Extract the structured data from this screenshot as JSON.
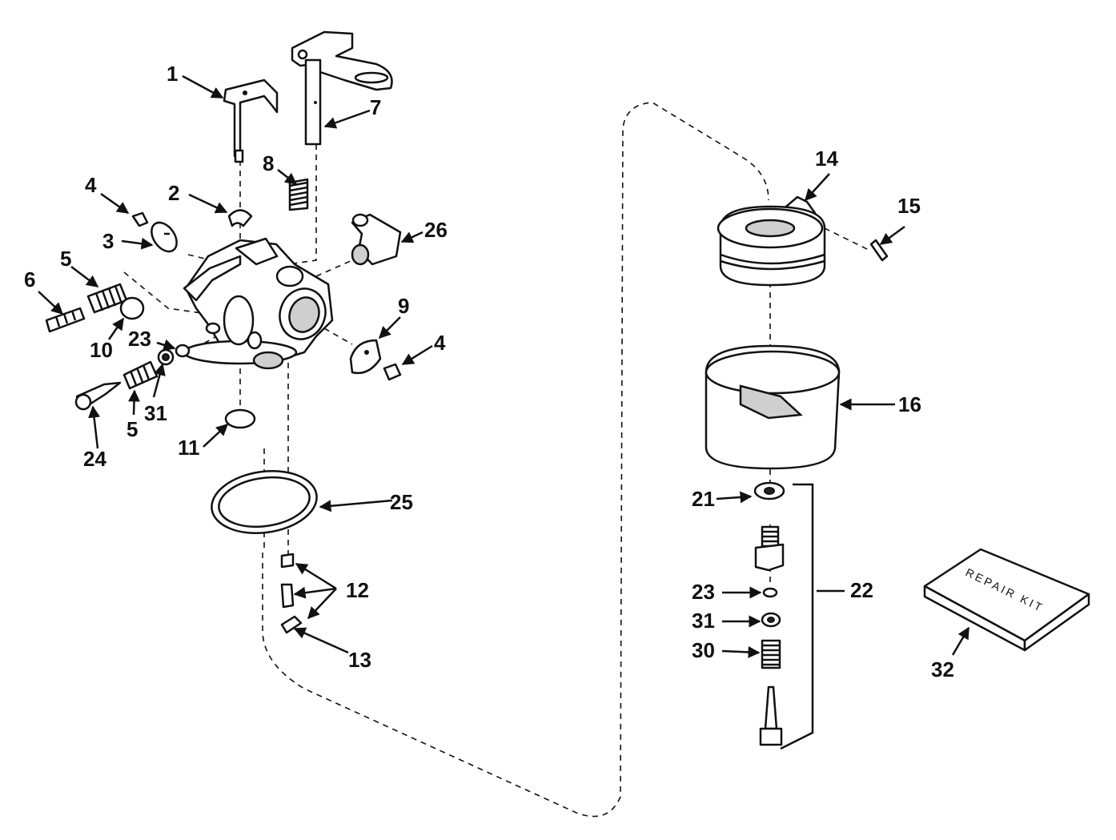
{
  "callouts": {
    "c1": "1",
    "c2": "2",
    "c3": "3",
    "c4a": "4",
    "c4b": "4",
    "c5a": "5",
    "c5b": "5",
    "c6": "6",
    "c7": "7",
    "c8": "8",
    "c9": "9",
    "c10": "10",
    "c11": "11",
    "c12": "12",
    "c13": "13",
    "c14": "14",
    "c15": "15",
    "c16": "16",
    "c21": "21",
    "c22": "22",
    "c23a": "23",
    "c23b": "23",
    "c24": "24",
    "c25": "25",
    "c26": "26",
    "c30": "30",
    "c31a": "31",
    "c31b": "31",
    "c32": "32"
  },
  "repair_kit_label": "REPAIR KIT",
  "colors": {
    "ink": "#111111",
    "paper": "#ffffff",
    "shade": "#cfcfcf"
  }
}
